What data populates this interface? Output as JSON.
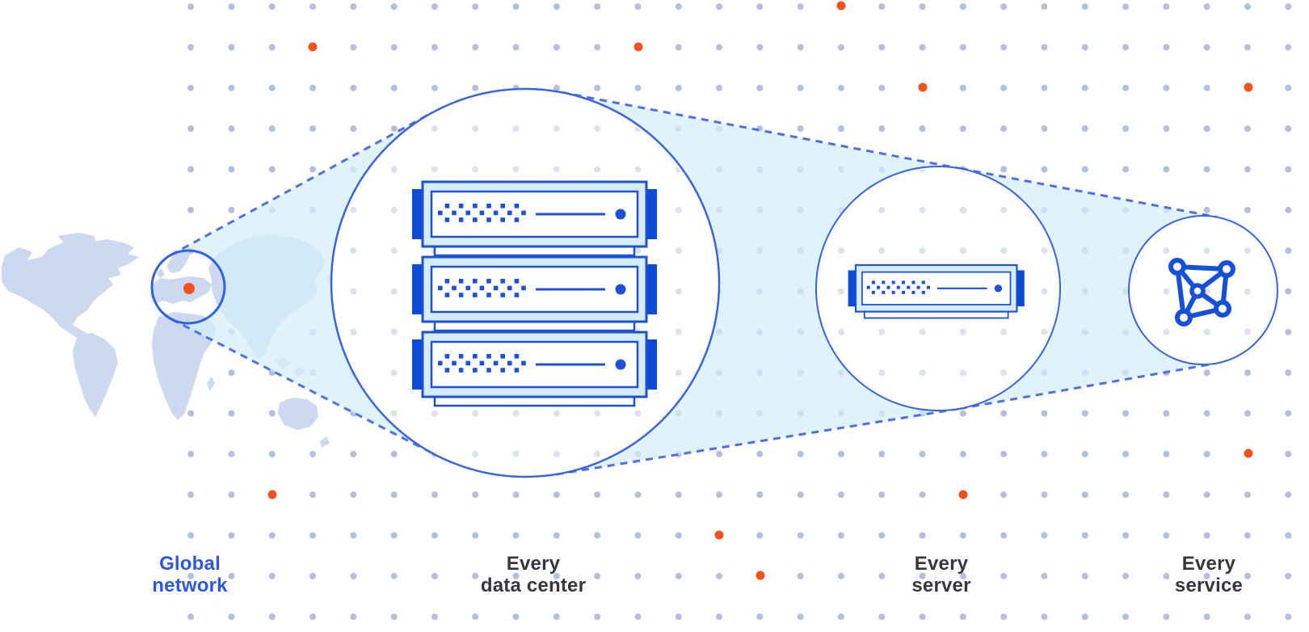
{
  "diagram": {
    "title_semantic": "global-network-zoom-diagram",
    "stages": [
      {
        "id": "global-network",
        "icon": "world-map-icon",
        "label_line1": "Global",
        "label_line2": "network"
      },
      {
        "id": "every-data-center",
        "icon": "server-stack-icon",
        "label_line1": "Every",
        "label_line2": "data center"
      },
      {
        "id": "every-server",
        "icon": "server-icon",
        "label_line1": "Every",
        "label_line2": "server"
      },
      {
        "id": "every-service",
        "icon": "network-mesh-icon",
        "label_line1": "Every",
        "label_line2": "service"
      }
    ]
  },
  "palette": {
    "background": "#ffffff",
    "map_fill": "#cdd9f1",
    "grid_dot_gray": "#b4bfdd",
    "grid_dot_faint": "#dce1ec",
    "dot_orange": "#f5511d",
    "circle_stroke_blue": "#3a64de",
    "dashed_line_blue": "#4f70e4",
    "cone_fill_cyan": "#d5eff8",
    "icon_stroke_blue": "#1e52d6",
    "icon_tab_blue": "#0c4bd5",
    "server_body_fill": "#d6edf9",
    "label_dark": "#35383e",
    "label_blue": "#2b57e2"
  }
}
